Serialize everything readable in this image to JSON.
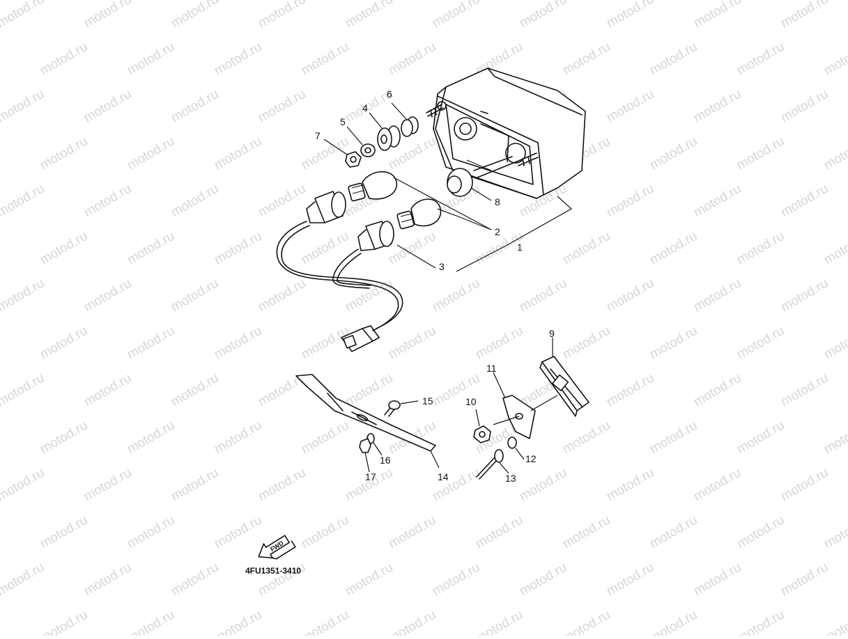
{
  "watermark": {
    "text": "motod.ru",
    "color": "#d6d6d6"
  },
  "diagram_code": "4FU1351-3410",
  "fwd_arrow": {
    "label": "FWD",
    "icon": "forward-arrow-icon"
  },
  "callouts": [
    "1",
    "2",
    "3",
    "4",
    "5",
    "6",
    "7",
    "8",
    "9",
    "10",
    "11",
    "12",
    "13",
    "14",
    "15",
    "16",
    "17"
  ]
}
